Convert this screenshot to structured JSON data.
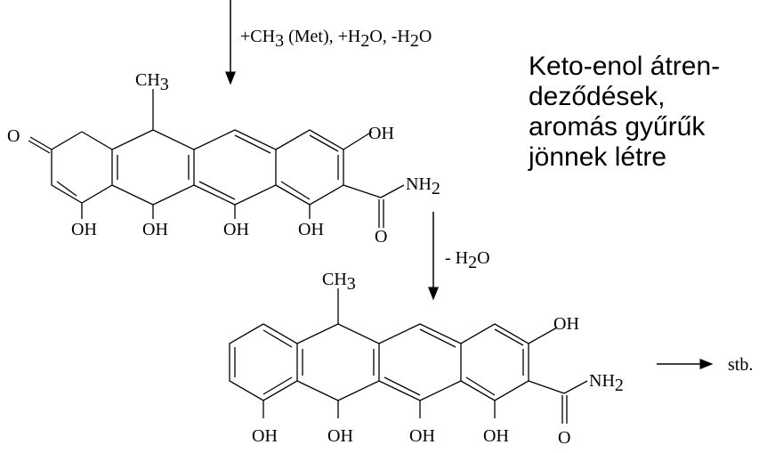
{
  "reaction_top": {
    "label_parts": [
      "+CH",
      "3",
      " (Met), +H",
      "2",
      "O, -H",
      "2",
      "O"
    ]
  },
  "molecule_1": {
    "ch3": [
      "CH",
      "3"
    ],
    "ketone_o": "O",
    "oh_top": "OH",
    "amide": [
      "NH",
      "2"
    ],
    "amide_o": "O",
    "bottom_oh": [
      "OH",
      "OH",
      "OH",
      "OH"
    ]
  },
  "reaction_middle": {
    "label_parts": [
      "- H",
      "2",
      "O"
    ]
  },
  "molecule_2": {
    "ch3": [
      "CH",
      "3"
    ],
    "oh_top": "OH",
    "amide": [
      "NH",
      "2"
    ],
    "amide_o": "O",
    "bottom_oh": [
      "OH",
      "OH",
      "OH",
      "OH"
    ]
  },
  "next_step": {
    "label": "stb."
  },
  "annotation": {
    "lines": [
      "Keto-enol átren-",
      "deződések,",
      "aromás gyűrűk",
      "jönnek létre"
    ]
  }
}
